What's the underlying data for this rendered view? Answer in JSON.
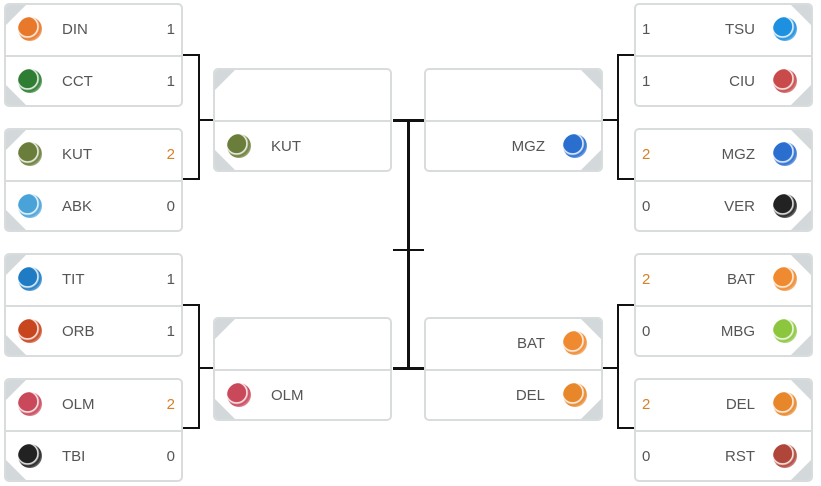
{
  "rounds": {
    "left_r1": [
      [
        {
          "team": "DIN",
          "score": "1",
          "color": "#e8782a"
        },
        {
          "team": "CCT",
          "score": "1",
          "color": "#2e7d32"
        }
      ],
      [
        {
          "team": "KUT",
          "score": "2",
          "win": true,
          "color": "#6b7d3a"
        },
        {
          "team": "ABK",
          "score": "0",
          "color": "#4aa3d8"
        }
      ],
      [
        {
          "team": "TIT",
          "score": "1",
          "color": "#1f7cc4"
        },
        {
          "team": "ORB",
          "score": "1",
          "color": "#c8461e"
        }
      ],
      [
        {
          "team": "OLM",
          "score": "2",
          "win": true,
          "color": "#c9485a"
        },
        {
          "team": "TBI",
          "score": "0",
          "color": "#222222"
        }
      ]
    ],
    "left_r2": [
      [
        {
          "team": "",
          "score": ""
        },
        {
          "team": "KUT",
          "score": "",
          "color": "#6b7d3a"
        }
      ],
      [
        {
          "team": "",
          "score": ""
        },
        {
          "team": "OLM",
          "score": "",
          "color": "#c9485a"
        }
      ]
    ],
    "right_r2": [
      [
        {
          "team": "",
          "score": ""
        },
        {
          "team": "MGZ",
          "score": "",
          "color": "#2a6fd0"
        }
      ],
      [
        {
          "team": "BAT",
          "score": "",
          "color": "#f08a30"
        },
        {
          "team": "DEL",
          "score": "",
          "color": "#e8862a"
        }
      ]
    ],
    "right_r1": [
      [
        {
          "team": "TSU",
          "score": "1",
          "color": "#1e90e0"
        },
        {
          "team": "CIU",
          "score": "1",
          "color": "#c94a4a"
        }
      ],
      [
        {
          "team": "MGZ",
          "score": "2",
          "win": true,
          "color": "#2a6fd0"
        },
        {
          "team": "VER",
          "score": "0",
          "color": "#222222"
        }
      ],
      [
        {
          "team": "BAT",
          "score": "2",
          "win": true,
          "color": "#f08a30"
        },
        {
          "team": "MBG",
          "score": "0",
          "color": "#8cc63f"
        }
      ],
      [
        {
          "team": "DEL",
          "score": "2",
          "win": true,
          "color": "#e8862a"
        },
        {
          "team": "RST",
          "score": "0",
          "color": "#b0453a"
        }
      ]
    ]
  }
}
